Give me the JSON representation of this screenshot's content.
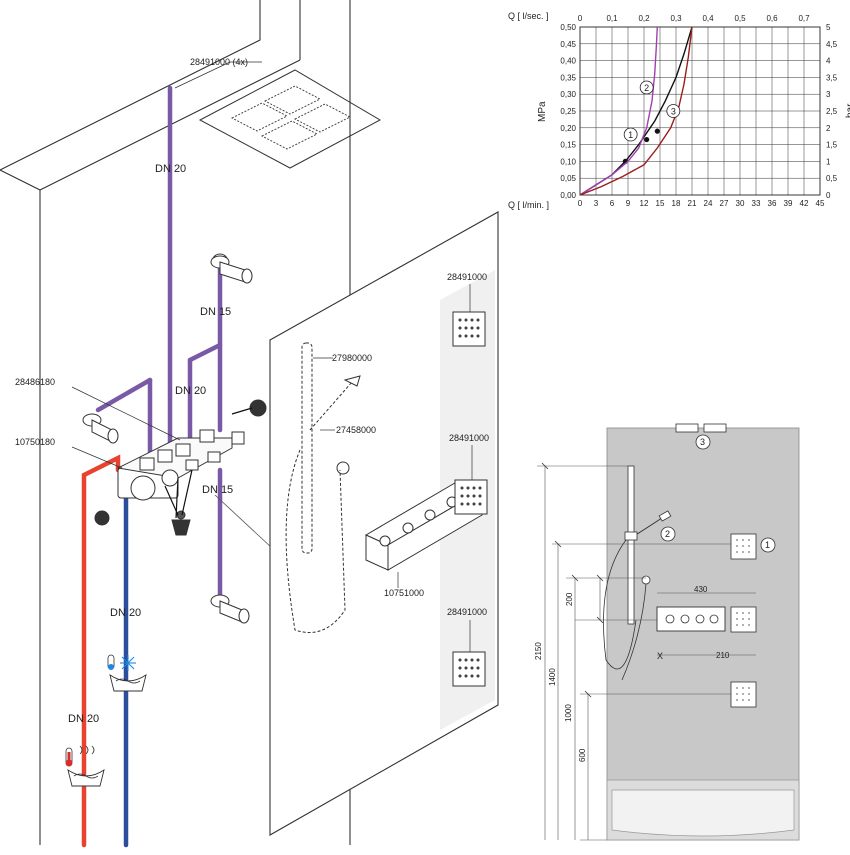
{
  "colors": {
    "hot": "#e8432e",
    "cold": "#2b4f9a",
    "mixed": "#7a5aa6",
    "wall_gray": "#c8c8c8",
    "curve_1": "#111111",
    "curve_2": "#a23fb0",
    "curve_3": "#9b1d1d"
  },
  "labels": {
    "part_head_group": "28491000 (4x)",
    "part_shower_rail": "27980000",
    "part_hand_shower": "27458000",
    "part_module_top": "28491000",
    "part_module_mid": "28491000",
    "part_module_bottom": "28491000",
    "part_thermostat": "10751000",
    "part_body_left": "28486180",
    "part_body_base": "10750180"
  },
  "pipes": {
    "dn_main": "DN 20",
    "dn_branch_top": "DN 15",
    "dn_branch_mid": "DN 20",
    "dn_branch_low": "DN 15",
    "dn_cold": "DN 20",
    "dn_hot": "DN 20"
  },
  "icons": {
    "cold_symbol": "snowflake-icon",
    "hot_symbol": "thermometer-icon"
  },
  "chart_data": {
    "type": "line",
    "x_top": {
      "label": "Q [ l/sec. ]",
      "ticks": [
        "0",
        "0,1",
        "0,2",
        "0,3",
        "0,4",
        "0,5",
        "0,6",
        "0,7"
      ]
    },
    "x_bottom": {
      "label": "Q [ l/min. ]",
      "ticks": [
        "0",
        "3",
        "6",
        "9",
        "12",
        "15",
        "18",
        "21",
        "24",
        "27",
        "30",
        "33",
        "36",
        "39",
        "42",
        "45"
      ],
      "range": [
        0,
        45
      ]
    },
    "y_left": {
      "label": "MPa",
      "ticks": [
        "0,00",
        "0,05",
        "0,10",
        "0,15",
        "0,20",
        "0,25",
        "0,30",
        "0,35",
        "0,40",
        "0,45",
        "0,50"
      ],
      "range": [
        0,
        0.5
      ]
    },
    "y_right": {
      "label": "bar",
      "ticks": [
        "0",
        "0,5",
        "1",
        "1,5",
        "2",
        "2,5",
        "3",
        "3,5",
        "4",
        "4,5",
        "5"
      ]
    },
    "series": [
      {
        "name": "1",
        "x": [
          0,
          3,
          6,
          8.5,
          11,
          14,
          16,
          18,
          19.5,
          21
        ],
        "y": [
          0,
          0.03,
          0.06,
          0.1,
          0.15,
          0.22,
          0.28,
          0.35,
          0.42,
          0.5
        ],
        "marker": [
          8.5,
          0.1
        ]
      },
      {
        "name": "2",
        "x": [
          0,
          3,
          6,
          9,
          11,
          12.5,
          13.5,
          14,
          14.3,
          14.5
        ],
        "y": [
          0,
          0.03,
          0.06,
          0.1,
          0.14,
          0.2,
          0.28,
          0.36,
          0.44,
          0.5
        ],
        "marker": [
          12.5,
          0.165
        ]
      },
      {
        "name": "3",
        "x": [
          0,
          4,
          8,
          12,
          14.5,
          17,
          18.5,
          19.5,
          20.3,
          21
        ],
        "y": [
          0,
          0.025,
          0.055,
          0.09,
          0.14,
          0.2,
          0.26,
          0.33,
          0.41,
          0.5
        ],
        "marker": [
          14.5,
          0.19
        ]
      }
    ]
  },
  "layout_dims": {
    "d_2150": "2150",
    "d_1400": "1400",
    "d_1000": "1000",
    "d_600": "600",
    "d_200": "200",
    "d_430": "430",
    "d_210": "210",
    "x_mark": "X",
    "callout_1": "1",
    "callout_2": "2",
    "callout_3": "3"
  }
}
